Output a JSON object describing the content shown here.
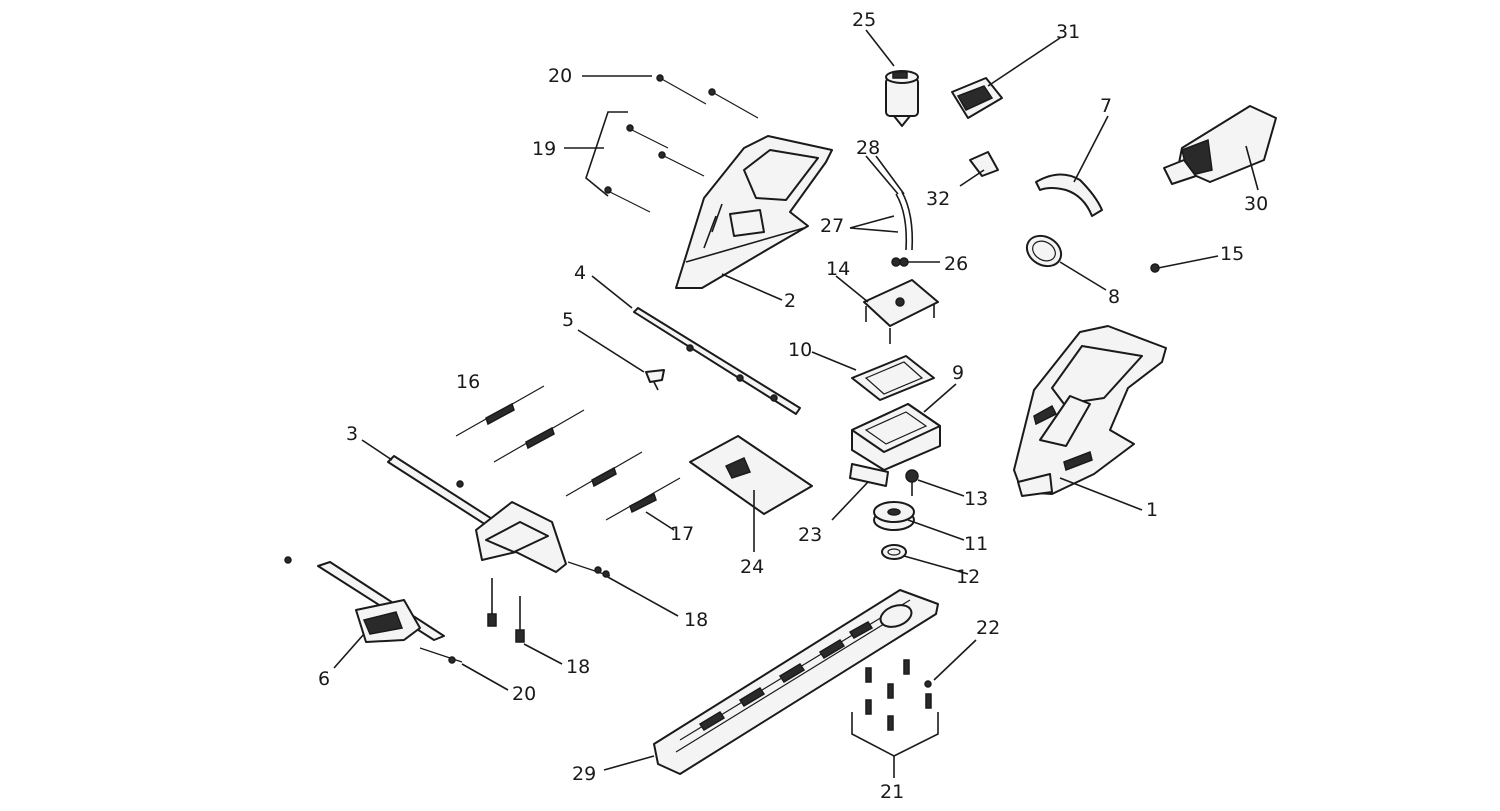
{
  "labels": {
    "p1": "1",
    "p2": "2",
    "p3": "3",
    "p4": "4",
    "p5": "5",
    "p6": "6",
    "p7": "7",
    "p8": "8",
    "p9": "9",
    "p10": "10",
    "p11": "11",
    "p12": "12",
    "p13": "13",
    "p14": "14",
    "p15": "15",
    "p16": "16",
    "p17": "17",
    "p18a": "18",
    "p18b": "18",
    "p19": "19",
    "p20a": "20",
    "p20b": "20",
    "p21": "21",
    "p22": "22",
    "p23": "23",
    "p24": "24",
    "p25": "25",
    "p26": "26",
    "p27": "27",
    "p28": "28",
    "p29": "29",
    "p30": "30",
    "p31": "31",
    "p32": "32"
  }
}
